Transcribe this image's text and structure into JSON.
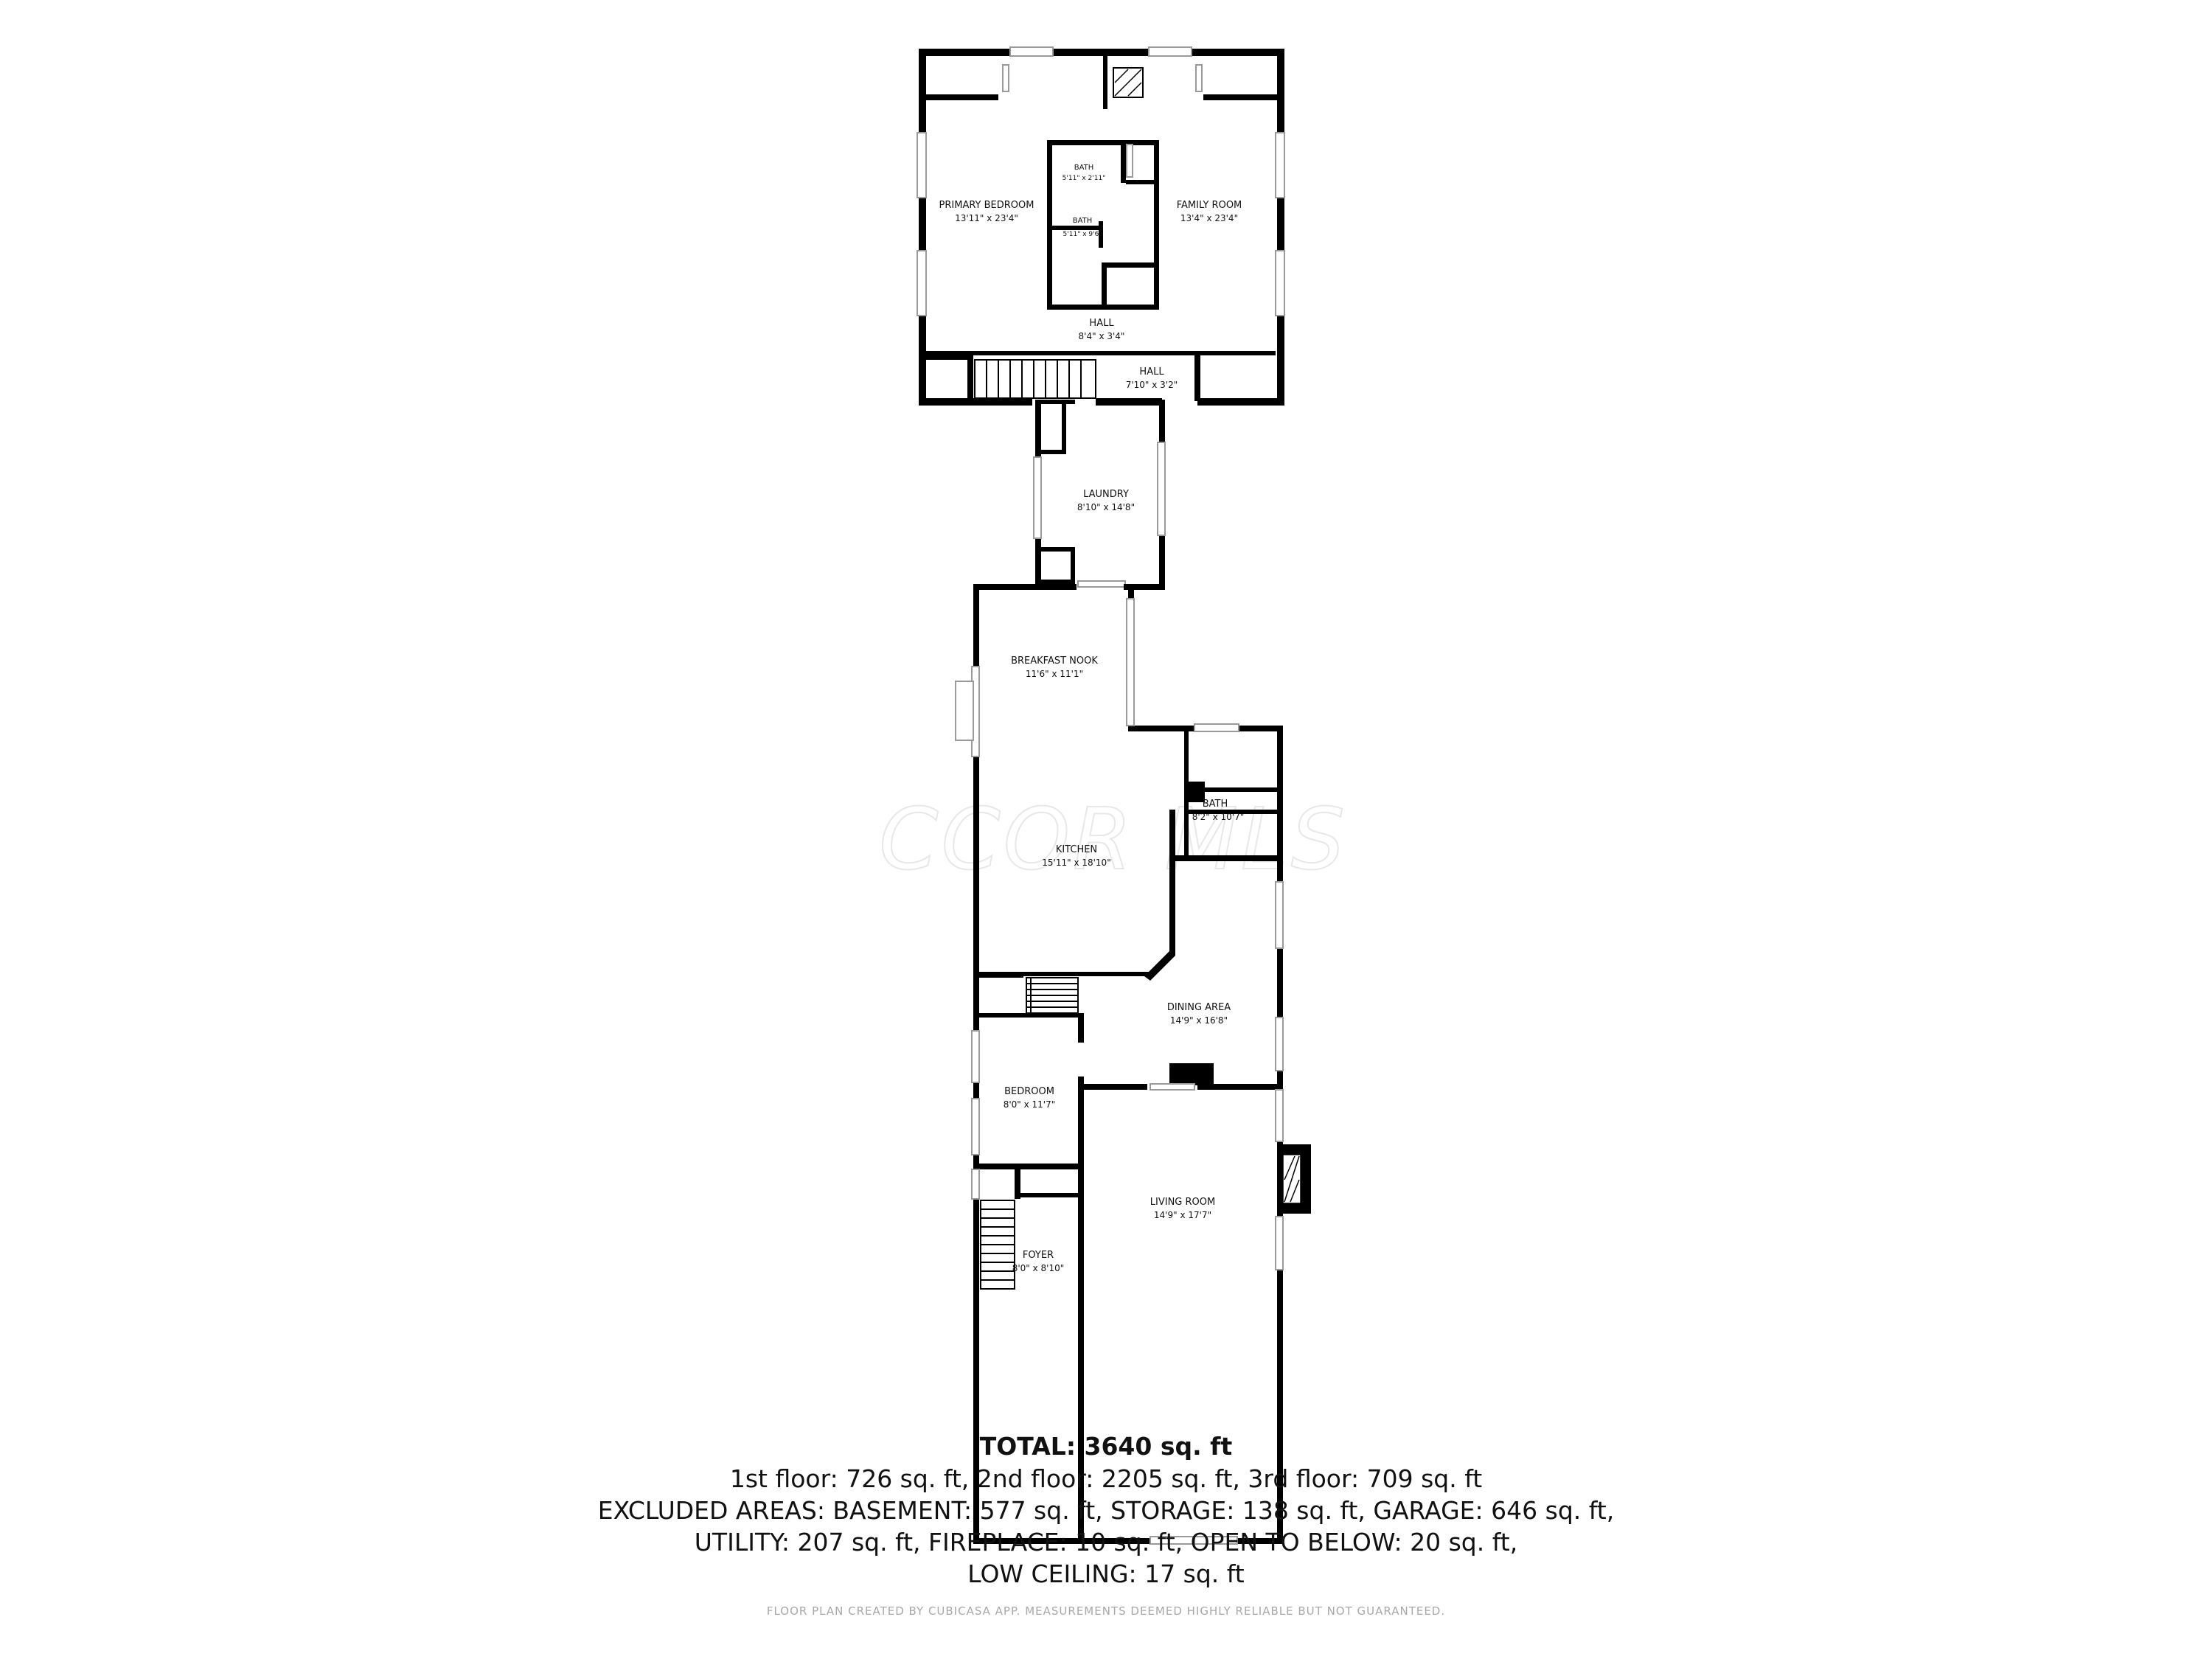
{
  "watermark": "CCOR MLS",
  "rooms": [
    {
      "id": "primary-bedroom",
      "name": "PRIMARY BEDROOM",
      "dims": "13'11\" x 23'4\""
    },
    {
      "id": "bath-upper-small",
      "name": "BATH",
      "dims": "5'11\" x 2'11\""
    },
    {
      "id": "bath-upper",
      "name": "BATH",
      "dims": "5'11\" x 9'6\""
    },
    {
      "id": "family-room",
      "name": "FAMILY ROOM",
      "dims": "13'4\" x 23'4\""
    },
    {
      "id": "hall-upper",
      "name": "HALL",
      "dims": "8'4\" x 3'4\""
    },
    {
      "id": "hall-lower",
      "name": "HALL",
      "dims": "7'10\" x 3'2\""
    },
    {
      "id": "laundry",
      "name": "LAUNDRY",
      "dims": "8'10\" x 14'8\""
    },
    {
      "id": "breakfast-nook",
      "name": "BREAKFAST NOOK",
      "dims": "11'6\" x 11'1\""
    },
    {
      "id": "bath-main",
      "name": "BATH",
      "dims": "8'2\" x 10'7\""
    },
    {
      "id": "kitchen",
      "name": "KITCHEN",
      "dims": "15'11\" x 18'10\""
    },
    {
      "id": "dining-area",
      "name": "DINING AREA",
      "dims": "14'9\" x 16'8\""
    },
    {
      "id": "bedroom",
      "name": "BEDROOM",
      "dims": "8'0\" x 11'7\""
    },
    {
      "id": "living-room",
      "name": "LIVING ROOM",
      "dims": "14'9\" x 17'7\""
    },
    {
      "id": "foyer",
      "name": "FOYER",
      "dims": "8'0\" x 8'10\""
    }
  ],
  "summary": {
    "total": "TOTAL: 3640 sq. ft",
    "lines": [
      "1st floor: 726 sq. ft, 2nd floor: 2205 sq. ft, 3rd floor: 709 sq. ft",
      "EXCLUDED AREAS: BASEMENT: 577 sq. ft, STORAGE: 138 sq. ft, GARAGE: 646 sq. ft,",
      "UTILITY: 207 sq. ft, FIREPLACE: 10 sq. ft, OPEN TO BELOW: 20 sq. ft,",
      "LOW CEILING: 17 sq. ft"
    ],
    "disclaimer": "FLOOR PLAN CREATED BY CUBICASA APP. MEASUREMENTS DEEMED HIGHLY RELIABLE BUT NOT GUARANTEED."
  }
}
